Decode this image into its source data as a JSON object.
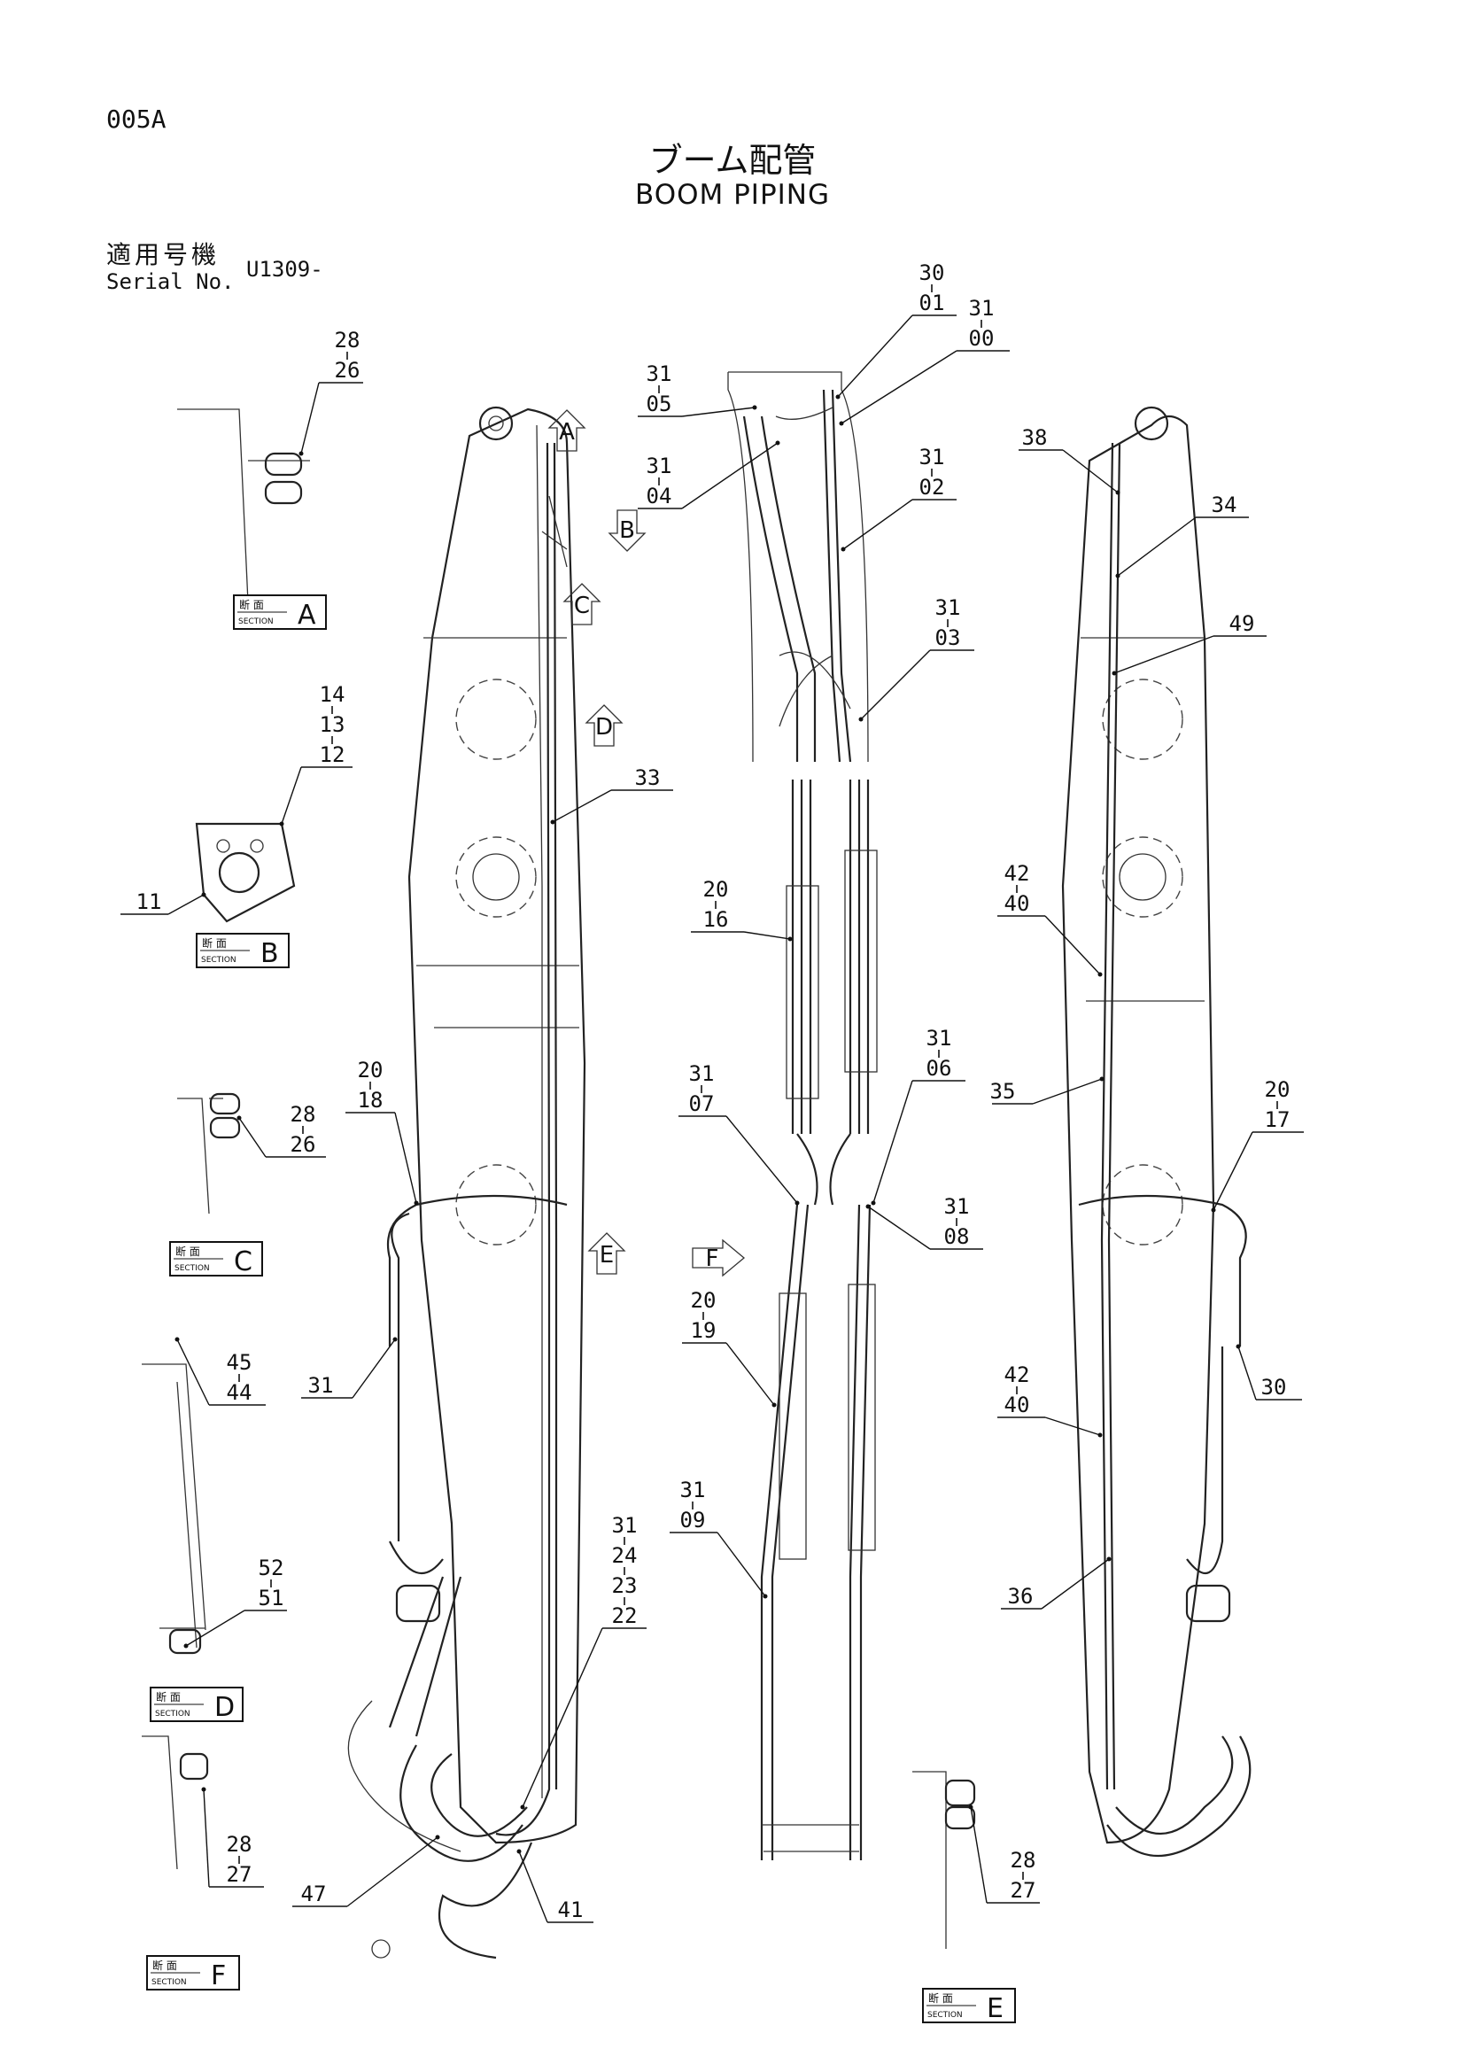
{
  "header": {
    "page_code": "005A",
    "title_jp": "ブーム配管",
    "title_en": "BOOM PIPING",
    "serial_label_jp": "適用号機",
    "serial_label_en": "Serial No.",
    "serial_value": "U1309-"
  },
  "sections": {
    "jp": "断 面",
    "en": "SECTION",
    "letters": [
      "A",
      "B",
      "C",
      "D",
      "E",
      "F"
    ]
  },
  "view_arrows": [
    "A",
    "B",
    "C",
    "D",
    "E",
    "F"
  ],
  "callouts": {
    "secA": "28|26",
    "secB_a": "14|13|12",
    "secB_b": "11",
    "secC": "28|26",
    "secD_a": "45|44",
    "secD_b": "52|51",
    "secF": "28|27",
    "secE": "28|27",
    "l18": "20|18",
    "l31": "31",
    "l33": "33",
    "l47": "47",
    "l41": "41",
    "l22": "31|24|23|22",
    "m3001": "30|01",
    "m3100": "31|00",
    "m3105": "31|05",
    "m3104": "31|04",
    "m3102": "31|02",
    "m3103": "31|03",
    "m2016": "20|16",
    "m3107": "31|07",
    "m3106": "31|06",
    "m3108": "31|08",
    "m2019": "20|19",
    "m3109": "31|09",
    "r38": "38",
    "r34": "34",
    "r49": "49",
    "r4240a": "42|40",
    "r35": "35",
    "r2017": "20|17",
    "r4240b": "42|40",
    "r30": "30",
    "r36": "36"
  }
}
